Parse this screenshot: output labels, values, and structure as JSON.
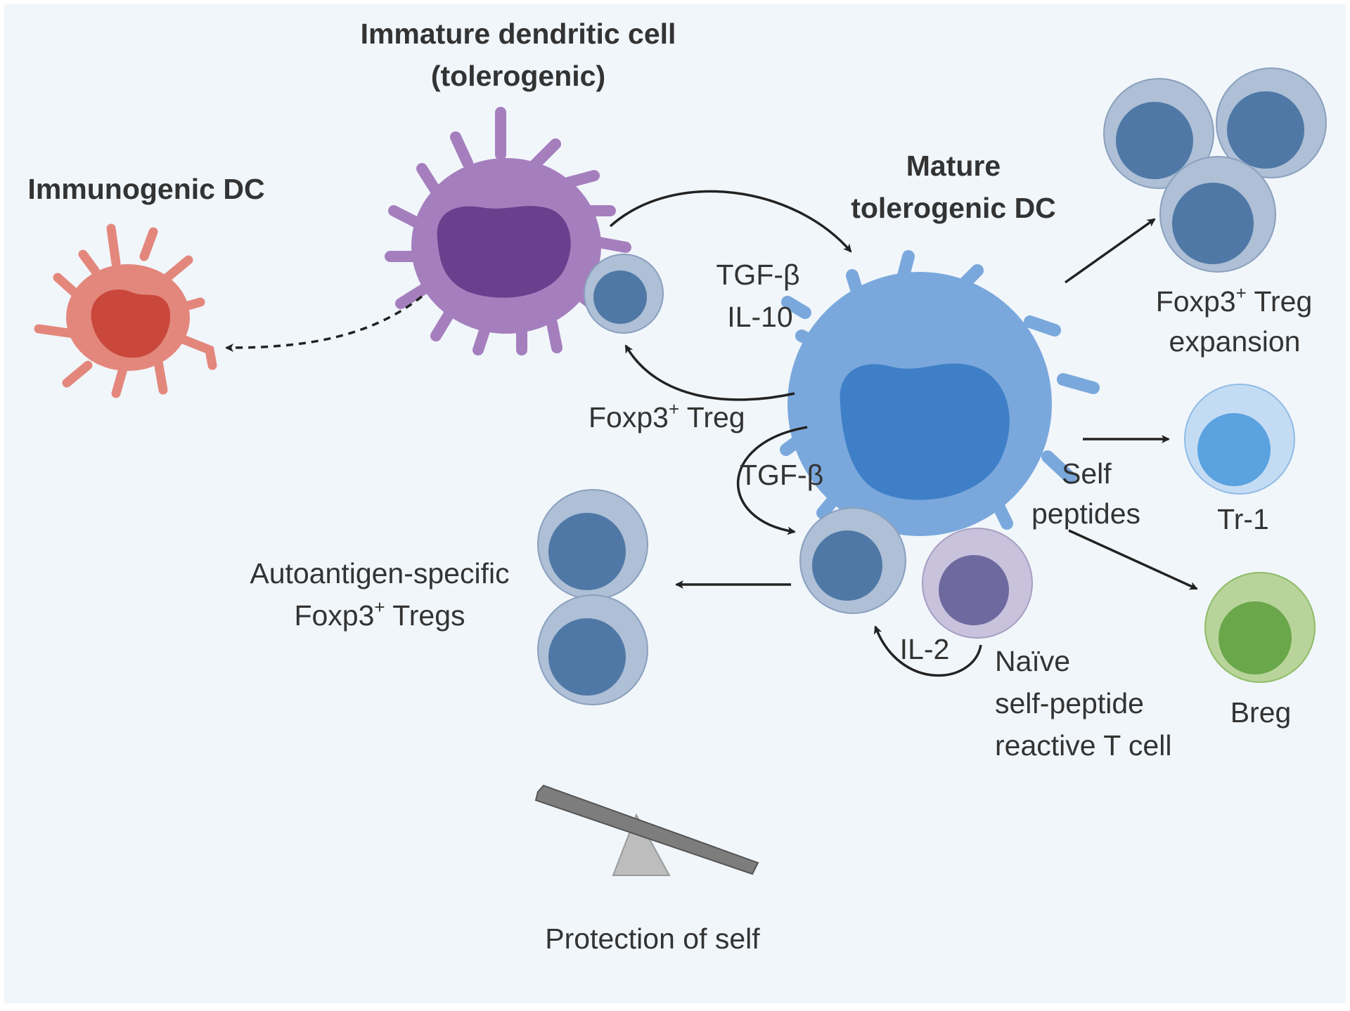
{
  "labels": {
    "immature_dc_line1": "Immature dendritic cell",
    "immature_dc_line2": "(tolerogenic)",
    "immunogenic_dc": "Immunogenic DC",
    "mature_dc_line1": "Mature",
    "mature_dc_line2": "tolerogenic DC",
    "tgf_beta_il10_line1": "TGF-β",
    "tgf_beta_il10_line2": "IL-10",
    "foxp3_treg_main": "Foxp3",
    "foxp3_treg_sup": "+",
    "foxp3_treg_rest": " Treg",
    "tgf_beta_loop": "TGF-β",
    "self_peptides_line1": "Self",
    "self_peptides_line2": "peptides",
    "treg_expansion_line1_main": "Foxp3",
    "treg_expansion_line1_sup": "+",
    "treg_expansion_line1_rest": " Treg",
    "treg_expansion_line2": "expansion",
    "tr1": "Tr-1",
    "breg": "Breg",
    "autoantigen_line1": "Autoantigen-specific",
    "autoantigen_line2_main": "Foxp3",
    "autoantigen_line2_sup": "+",
    "autoantigen_line2_rest": " Tregs",
    "il2": "IL-2",
    "naive_line1": "Naïve",
    "naive_line2": "self-peptide",
    "naive_line3": "reactive T cell",
    "protection": "Protection of self"
  },
  "colors": {
    "background": "#f1f6fb",
    "frame": "#ffffff",
    "text": "#333333",
    "immature_dc_body": "#a57fbd",
    "immature_dc_nucleus": "#6a3f8e",
    "immunogenic_dc_body": "#e3877c",
    "immunogenic_dc_nucleus": "#c9483b",
    "mature_dc_body": "#7aa8dc",
    "mature_dc_nucleus": "#3f7fc8",
    "treg_outer": "#aebfd6",
    "treg_inner": "#4f78a6",
    "tr1_outer": "#c4dcf3",
    "tr1_inner": "#5aa2e0",
    "breg_outer": "#b8d49a",
    "breg_inner": "#6aa64a",
    "naive_outer": "#c9c2dc",
    "naive_inner": "#6e6aa0",
    "seesaw_plank": "#7d7d7d",
    "seesaw_base": "#bdbdbd"
  }
}
